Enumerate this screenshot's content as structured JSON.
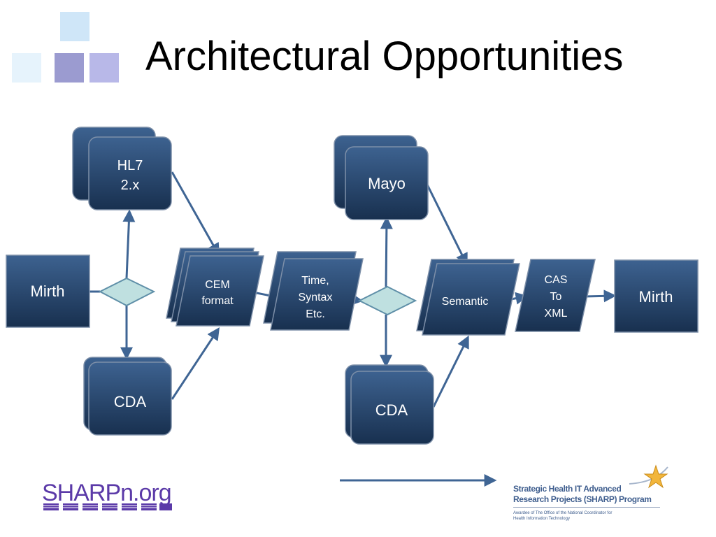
{
  "slide": {
    "title": "Architectural Opportunities"
  },
  "diagram": {
    "nodes": {
      "hl7_line1": "HL7",
      "hl7_line2": "2.x",
      "mirth_left": "Mirth",
      "cda_left": "CDA",
      "cem_line1": "CEM",
      "cem_line2": "format",
      "time_line1": "Time,",
      "time_line2": "Syntax",
      "time_line3": "Etc.",
      "mayo": "Mayo",
      "cda_right": "CDA",
      "semantic": "Semantic",
      "cas_line1": "CAS",
      "cas_line2": "To",
      "cas_line3": "XML",
      "mirth_right": "Mirth"
    }
  },
  "footer": {
    "logo_text": "SHARPn.org",
    "program_line1": "Strategic Health IT Advanced",
    "program_line2": "Research Projects (SHARP) Program",
    "program_sub1": "Awardee of The Office of the National Coordinator for",
    "program_sub2": "Health Information Technology"
  },
  "colors": {
    "box_top": "#3d6290",
    "box_bottom": "#18304f",
    "diamond_fill": "#bfe0e0",
    "arrow": "#3f6594",
    "deco_light": "#cfe6f8",
    "deco_lighter": "#e6f3fc",
    "deco_mid": "#9b9bd0",
    "deco_purple": "#b8b8e8",
    "logo_purple": "#5b3aa8"
  }
}
